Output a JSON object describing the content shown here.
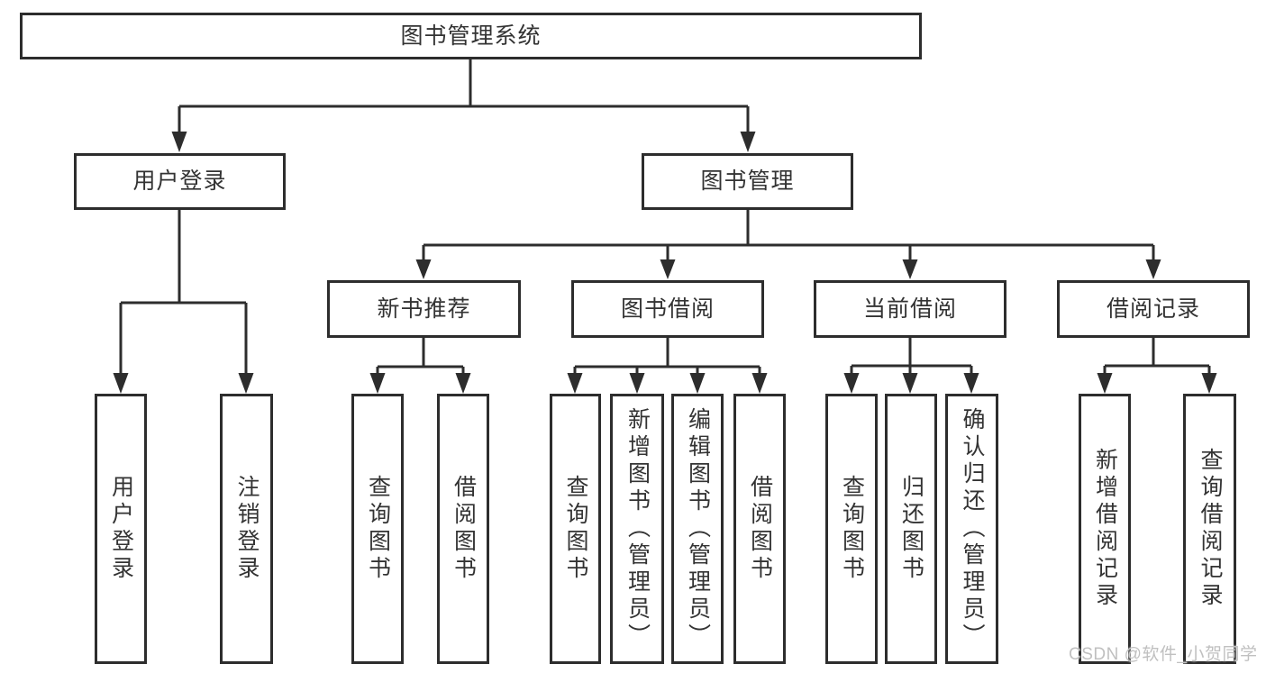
{
  "tree": {
    "root": {
      "label": "图书管理系统",
      "children": [
        {
          "label": "用户登录",
          "children": [
            {
              "label": "用户登录"
            },
            {
              "label": "注销登录"
            }
          ]
        },
        {
          "label": "图书管理",
          "children": [
            {
              "label": "新书推荐",
              "children": [
                {
                  "label": "查询图书"
                },
                {
                  "label": "借阅图书"
                }
              ]
            },
            {
              "label": "图书借阅",
              "children": [
                {
                  "label": "查询图书"
                },
                {
                  "label": "新增图书（管理员）"
                },
                {
                  "label": "编辑图书（管理员）"
                },
                {
                  "label": "借阅图书"
                }
              ]
            },
            {
              "label": "当前借阅",
              "children": [
                {
                  "label": "查询图书"
                },
                {
                  "label": "归还图书"
                },
                {
                  "label": "确认归还（管理员）"
                }
              ]
            },
            {
              "label": "借阅记录",
              "children": [
                {
                  "label": "新增借阅记录"
                },
                {
                  "label": "查询借阅记录"
                }
              ]
            }
          ]
        }
      ]
    }
  },
  "watermark": {
    "text": "CSDN @软件_小贺同学"
  },
  "colors": {
    "line": "#2d2d2d",
    "box_border": "#2d2d2d",
    "text": "#333333",
    "watermark": "#c0c0c0",
    "background": "#ffffff"
  }
}
